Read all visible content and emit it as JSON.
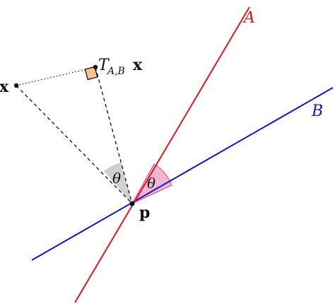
{
  "colors": {
    "line_a": "#e8141c",
    "line_b": "#1216cc",
    "ink": "#111111",
    "angle_fill_red": "#f2b6cf",
    "angle_stroke_red": "#e0407e",
    "angle_fill_gray": "#d0d0d0",
    "right_angle_fill": "#f9c38b",
    "right_angle_stroke": "#111111"
  },
  "labels": {
    "line_a": "A",
    "line_b": "B",
    "point_x": "x",
    "point_p": "p",
    "theta_left": "θ",
    "theta_right": "θ",
    "projection_T": "T",
    "projection_sub": "A,B",
    "projection_x": "x"
  }
}
